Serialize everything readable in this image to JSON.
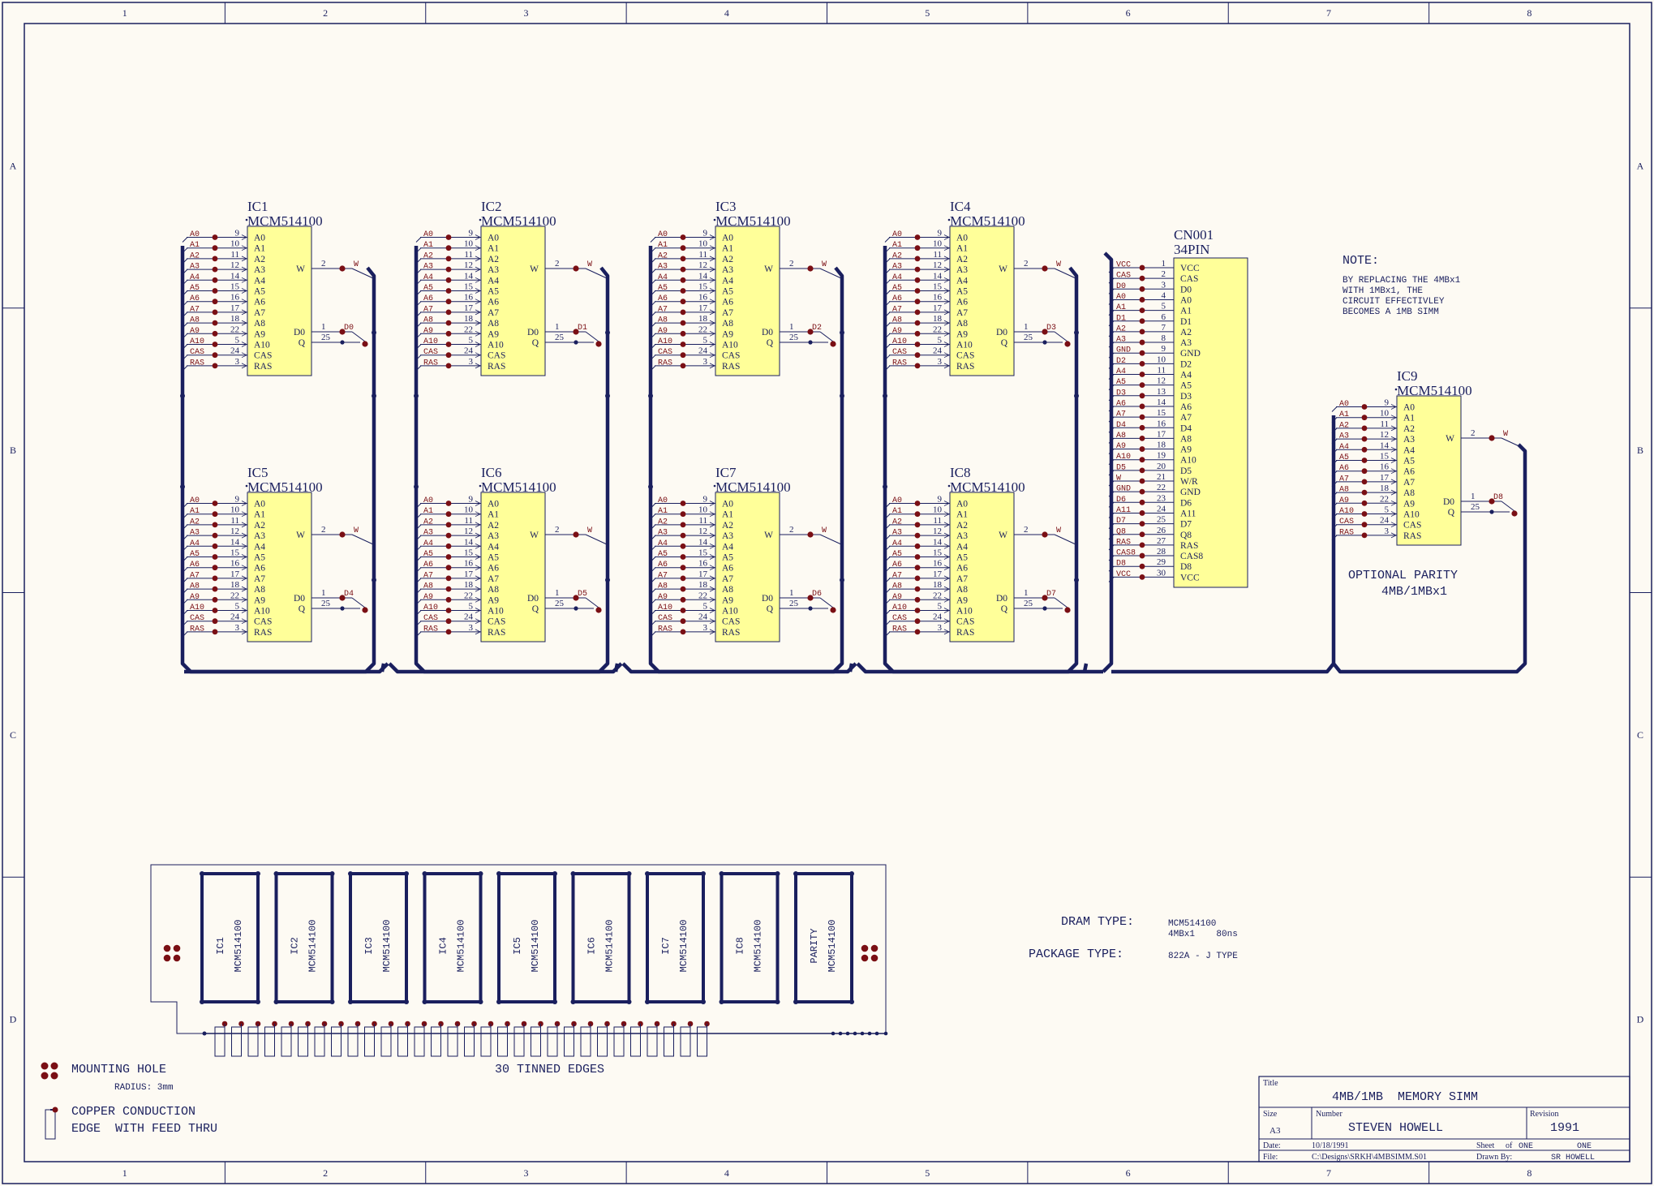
{
  "colors": {
    "background": "#fdfaf3",
    "border": "#1a1f5e",
    "wire": "#1a1f5e",
    "chip_fill": "#ffff99",
    "chip_stroke": "#1a1f5e",
    "pin_dot": "#7a0f14",
    "net_label": "#7a0f14",
    "text": "#1a1f5e"
  },
  "border": {
    "columns": [
      "1",
      "2",
      "3",
      "4",
      "5",
      "6",
      "7",
      "8"
    ],
    "rows": [
      "A",
      "B",
      "C",
      "D"
    ]
  },
  "chip": {
    "part": "MCM514100",
    "pins": [
      "A0",
      "A1",
      "A2",
      "A3",
      "A4",
      "A5",
      "A6",
      "A7",
      "A8",
      "A9",
      "A10",
      "CAS",
      "RAS"
    ],
    "pin_numbers": [
      "9",
      "10",
      "11",
      "12",
      "14",
      "15",
      "16",
      "17",
      "18",
      "22",
      "5",
      "24",
      "3"
    ],
    "out_pins": [
      "W",
      "D0",
      "Q"
    ],
    "out_numbers": [
      "2",
      "1",
      "25"
    ],
    "net_w": "W"
  },
  "ics": [
    {
      "ref": "IC1",
      "data_net": "D0"
    },
    {
      "ref": "IC2",
      "data_net": "D1"
    },
    {
      "ref": "IC3",
      "data_net": "D2"
    },
    {
      "ref": "IC4",
      "data_net": "D3"
    },
    {
      "ref": "IC5",
      "data_net": "D4"
    },
    {
      "ref": "IC6",
      "data_net": "D5"
    },
    {
      "ref": "IC7",
      "data_net": "D6"
    },
    {
      "ref": "IC8",
      "data_net": "D7"
    },
    {
      "ref": "IC9",
      "data_net": "D8"
    }
  ],
  "connector": {
    "ref": "CN001",
    "type": "34PIN",
    "pins": [
      {
        "num": "1",
        "net": "VCC",
        "name": "VCC"
      },
      {
        "num": "2",
        "net": "CAS",
        "name": "CAS"
      },
      {
        "num": "3",
        "net": "D0",
        "name": "D0"
      },
      {
        "num": "4",
        "net": "A0",
        "name": "A0"
      },
      {
        "num": "5",
        "net": "A1",
        "name": "A1"
      },
      {
        "num": "6",
        "net": "D1",
        "name": "D1"
      },
      {
        "num": "7",
        "net": "A2",
        "name": "A2"
      },
      {
        "num": "8",
        "net": "A3",
        "name": "A3"
      },
      {
        "num": "9",
        "net": "GND",
        "name": "GND"
      },
      {
        "num": "10",
        "net": "D2",
        "name": "D2"
      },
      {
        "num": "11",
        "net": "A4",
        "name": "A4"
      },
      {
        "num": "12",
        "net": "A5",
        "name": "A5"
      },
      {
        "num": "13",
        "net": "D3",
        "name": "D3"
      },
      {
        "num": "14",
        "net": "A6",
        "name": "A6"
      },
      {
        "num": "15",
        "net": "A7",
        "name": "A7"
      },
      {
        "num": "16",
        "net": "D4",
        "name": "D4"
      },
      {
        "num": "17",
        "net": "A8",
        "name": "A8"
      },
      {
        "num": "18",
        "net": "A9",
        "name": "A9"
      },
      {
        "num": "19",
        "net": "A10",
        "name": "A10"
      },
      {
        "num": "20",
        "net": "D5",
        "name": "D5"
      },
      {
        "num": "21",
        "net": "W",
        "name": "W/R"
      },
      {
        "num": "22",
        "net": "GND",
        "name": "GND"
      },
      {
        "num": "23",
        "net": "D6",
        "name": "D6"
      },
      {
        "num": "24",
        "net": "A11",
        "name": "A11"
      },
      {
        "num": "25",
        "net": "D7",
        "name": "D7"
      },
      {
        "num": "26",
        "net": "Q8",
        "name": "Q8"
      },
      {
        "num": "27",
        "net": "RAS",
        "name": "RAS"
      },
      {
        "num": "28",
        "net": "CAS8",
        "name": "CAS8"
      },
      {
        "num": "29",
        "net": "D8",
        "name": "D8"
      },
      {
        "num": "30",
        "net": "VCC",
        "name": "VCC"
      }
    ]
  },
  "note": {
    "heading": "NOTE:",
    "lines": [
      "BY REPLACING THE 4MBx1",
      "WITH 1MBx1, THE",
      "CIRCUIT EFFECTIVLEY",
      "BECOMES A 1MB SIMM"
    ]
  },
  "optional_parity": [
    "OPTIONAL PARITY",
    "4MB/1MBx1"
  ],
  "board": {
    "chip_labels": [
      [
        "IC1",
        "MCM514100"
      ],
      [
        "IC2",
        "MCM514100"
      ],
      [
        "IC3",
        "MCM514100"
      ],
      [
        "IC4",
        "MCM514100"
      ],
      [
        "IC5",
        "MCM514100"
      ],
      [
        "IC6",
        "MCM514100"
      ],
      [
        "IC7",
        "MCM514100"
      ],
      [
        "IC8",
        "MCM514100"
      ],
      [
        "PARITY",
        "MCM514100"
      ]
    ],
    "edge_count": 30,
    "edges_caption": "30 TINNED EDGES"
  },
  "dram_info": {
    "dram_type_label": "DRAM TYPE:",
    "dram_type_value": [
      "MCM514100",
      "4MBx1    80ns"
    ],
    "package_label": "PACKAGE TYPE:",
    "package_value": "822A - J TYPE"
  },
  "legend": {
    "mounting_hole": "MOUNTING HOLE",
    "radius": "RADIUS: 3mm",
    "copper_line1": "COPPER CONDUCTION",
    "copper_line2": "EDGE  WITH FEED THRU"
  },
  "title_block": {
    "title_label": "Title",
    "title": "4MB/1MB  MEMORY SIMM",
    "size_label": "Size",
    "size": "A3",
    "number_label": "Number",
    "number": "STEVEN HOWELL",
    "revision_label": "Revision",
    "revision": "1991",
    "date_label": "Date:",
    "date": "10/18/1991",
    "sheet_label": "Sheet",
    "of_label": "of",
    "sheet": "ONE",
    "of_value": "ONE",
    "file_label": "File:",
    "file": "C:\\Designs\\SRKH\\4MBSIMM.S01",
    "drawn_label": "Drawn By:",
    "drawn_by": "SR HOWELL"
  }
}
